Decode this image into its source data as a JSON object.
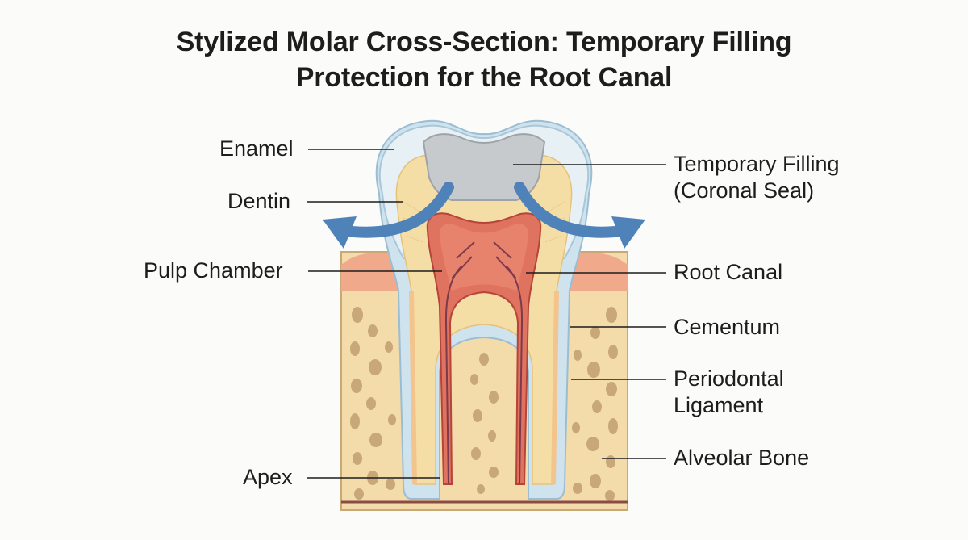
{
  "title": {
    "line1": "Stylized Molar Cross-Section: Temporary Filling",
    "line2": "Protection for the Root Canal"
  },
  "labels": {
    "enamel": "Enamel",
    "dentin": "Dentin",
    "pulp_chamber": "Pulp Chamber",
    "apex": "Apex",
    "temporary_filling_line1": "Temporary Filling",
    "temporary_filling_line2": "(Coronal Seal)",
    "root_canal": "Root Canal",
    "cementum": "Cementum",
    "periodontal_line1": "Periodontal",
    "periodontal_line2": "Ligament",
    "alveolar_bone": "Alveolar Bone"
  },
  "colors": {
    "enamel": "#dfeaf1",
    "dentin": "#f5dea6",
    "pulp": "#e0735f",
    "filling": "#c7cacd",
    "gum": "#f0a98a",
    "bone": "#f3dcaa",
    "bone_pore": "#c9a878",
    "arrow": "#4f82b8",
    "ligament": "#bfd7e6"
  }
}
